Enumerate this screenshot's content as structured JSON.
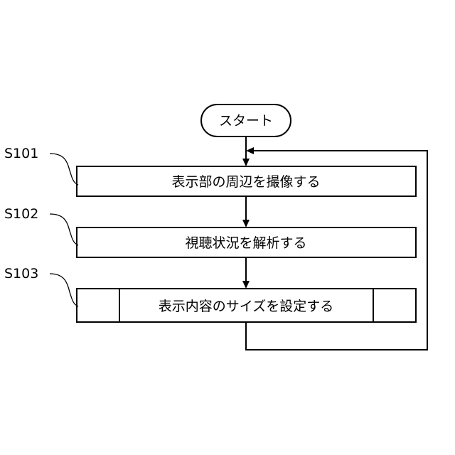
{
  "flowchart": {
    "start": {
      "label": "スタート"
    },
    "steps": [
      {
        "id": "S101",
        "text": "表示部の周辺を撮像する",
        "kind": "process"
      },
      {
        "id": "S102",
        "text": "視聴状況を解析する",
        "kind": "process"
      },
      {
        "id": "S103",
        "text": "表示内容のサイズを設定する",
        "kind": "subroutine"
      }
    ]
  }
}
